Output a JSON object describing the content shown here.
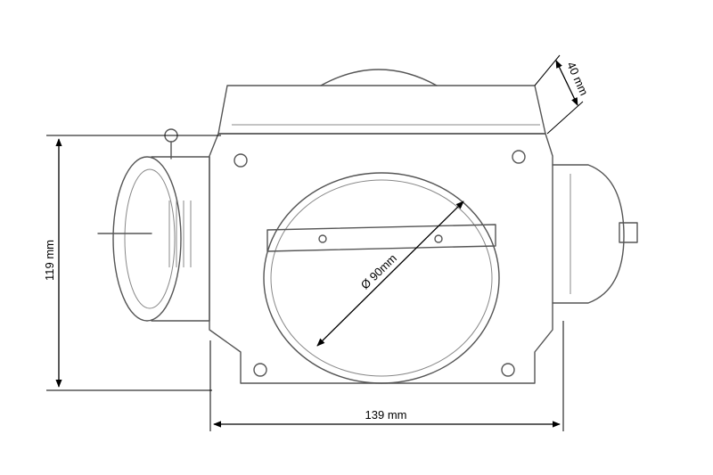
{
  "dimensions": {
    "height": "119 mm",
    "width": "139 mm",
    "depth": "40 mm",
    "bore": "Ø 90mm"
  },
  "colors": {
    "ink": "#000000",
    "sketch": "#555555",
    "paper": "#ffffff"
  }
}
